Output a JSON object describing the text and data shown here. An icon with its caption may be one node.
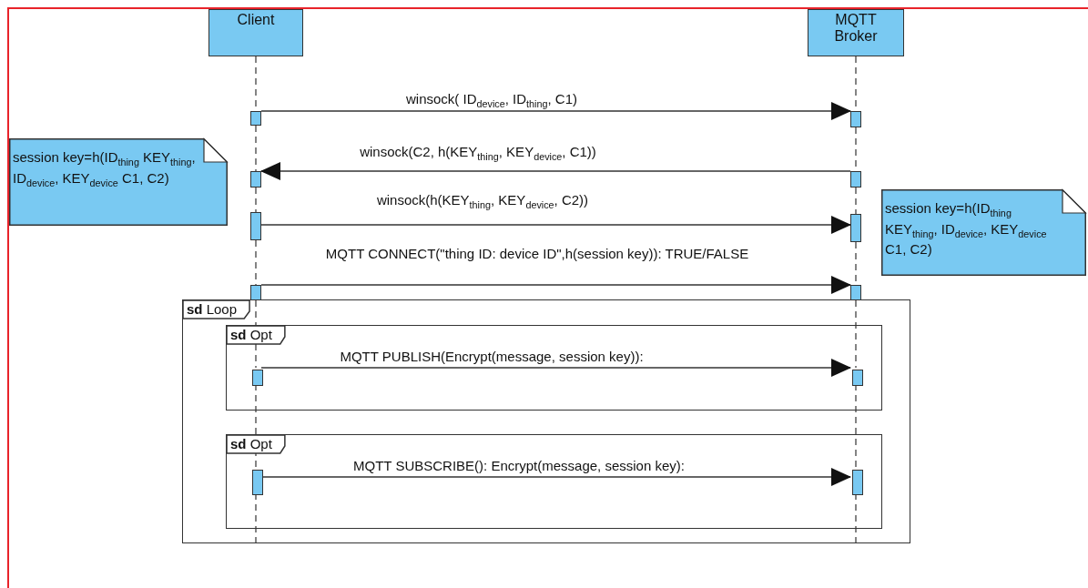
{
  "diagram": {
    "nodes": [
      {
        "text": [
          "Client"
        ]
      },
      {
        "text": [
          "MQTT Broker"
        ]
      },
      {
        "text": [],
        "shape": "bar"
      },
      {
        "text": [],
        "shape": "bar"
      },
      {
        "text": [
          "session key=h(ID$_{thing}$ KEY$_{thing}$, ID$_{device}$, KEY$_{device}$ C1, C2)"
        ]
      },
      {
        "text": [],
        "shape": "bar"
      },
      {
        "text": [],
        "shape": "bar"
      },
      {
        "text": [],
        "shape": "bar"
      },
      {
        "text": [],
        "shape": "bar"
      },
      {
        "text": [
          "session key=h(ID$_{thing}$ KEY$_{thing}$, ID$_{device}$, KEY$_{device}$ C1, C2)"
        ]
      },
      {
        "text": [],
        "shape": "bar"
      },
      {
        "text": [],
        "shape": "bar"
      },
      {
        "text": [
          "**sd** Loop"
        ]
      },
      {
        "text": [
          "**sd** Opt"
        ],
        "in": 12
      },
      {
        "text": [],
        "shape": "bar",
        "in": 13
      },
      {
        "text": [],
        "shape": "bar",
        "in": 13
      },
      {
        "text": [
          "**sd** Opt"
        ],
        "in": 12
      },
      {
        "text": [],
        "shape": "bar",
        "in": 16
      },
      {
        "text": [],
        "shape": "bar",
        "in": 16
      }
    ],
    "edges": [
      {
        "from": 2,
        "to": 3,
        "arrow": "to",
        "label": "winsock( ID$_{device}$, ID$_{thing}$, C1)"
      },
      {
        "from": 6,
        "to": 5,
        "arrow": "to",
        "label": "winsock(C2, h(KEY$_{thing}$, KEY$_{device}$, C1))"
      },
      {
        "from": 7,
        "to": 8,
        "arrow": "to",
        "label": "winsock(h(KEY$_{thing}$, KEY$_{device}$, C2))"
      },
      {
        "from": 10,
        "to": 11,
        "arrow": "to",
        "label": "MQTT CONNECT(\"thing ID: device ID\",h(session key)): TRUE/FALSE"
      },
      {
        "from": 14,
        "to": 15,
        "arrow": "to",
        "label": "MQTT PUBLISH(Encrypt(message, session key)):"
      },
      {
        "from": 17,
        "to": 18,
        "arrow": "to",
        "label": "MQTT SUBSCRIBE(): Encrypt(message, session key):"
      },
      {
        "from": 0,
        "to": 2,
        "arrow": "none",
        "style": "dashed"
      },
      {
        "from": 2,
        "to": 5,
        "arrow": "none",
        "style": "dashed"
      },
      {
        "from": 5,
        "to": 7,
        "arrow": "none",
        "style": "dashed"
      },
      {
        "from": 7,
        "to": 10,
        "arrow": "none",
        "style": "dashed"
      },
      {
        "from": 10,
        "to": 14,
        "arrow": "none",
        "style": "dashed"
      },
      {
        "from": 14,
        "to": 17,
        "arrow": "none",
        "style": "dashed"
      },
      {
        "from": 17,
        "to": 12,
        "arrow": "none",
        "style": "dashed"
      },
      {
        "from": 1,
        "to": 3,
        "arrow": "none",
        "style": "dashed"
      },
      {
        "from": 3,
        "to": 6,
        "arrow": "none",
        "style": "dashed"
      },
      {
        "from": 6,
        "to": 8,
        "arrow": "none",
        "style": "dashed"
      },
      {
        "from": 8,
        "to": 11,
        "arrow": "none",
        "style": "dashed"
      },
      {
        "from": 11,
        "to": 15,
        "arrow": "none",
        "style": "dashed"
      },
      {
        "from": 15,
        "to": 18,
        "arrow": "none",
        "style": "dashed"
      },
      {
        "from": 18,
        "to": 12,
        "arrow": "none",
        "style": "dashed"
      }
    ]
  }
}
